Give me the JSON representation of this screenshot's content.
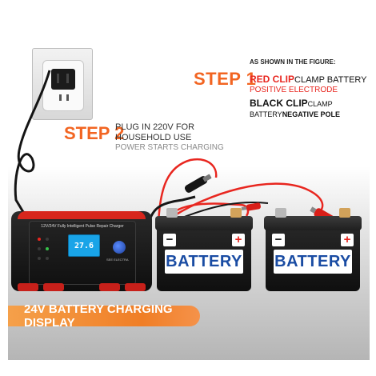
{
  "step1": {
    "label": "STEP 1",
    "shown": "AS SHOWN IN THE FIGURE:",
    "red_clip": "RED CLIP",
    "red_clip_rest": "CLAMP BATTERY",
    "positive": "POSITIVE ELECTRODE",
    "black_clip": "BLACK CLIP",
    "black_clip_rest": "CLAMP",
    "battery_word": "BATTERY",
    "negative": "NEGATIVE POLE"
  },
  "step2": {
    "label": "STEP 2",
    "line1": "PLUG IN 220V FOR",
    "line2": "HOUSEHOLD USE",
    "line3": "POWER STARTS CHARGING"
  },
  "charger": {
    "title": "12V/24V Fully Intelligent Pulse Repair Charger",
    "display": "27.6",
    "brand": "SEE ELECTRA"
  },
  "batteries": [
    {
      "label": "BATTERY",
      "neg": "−",
      "pos": "+"
    },
    {
      "label": "BATTERY",
      "neg": "−",
      "pos": "+"
    }
  ],
  "banner": {
    "text": "24V BATTERY CHARGING DISPLAY"
  },
  "colors": {
    "accent": "#f26522",
    "red": "#e8261f",
    "battery_blue": "#1a4ca3",
    "lcd": "#19a4e8"
  }
}
